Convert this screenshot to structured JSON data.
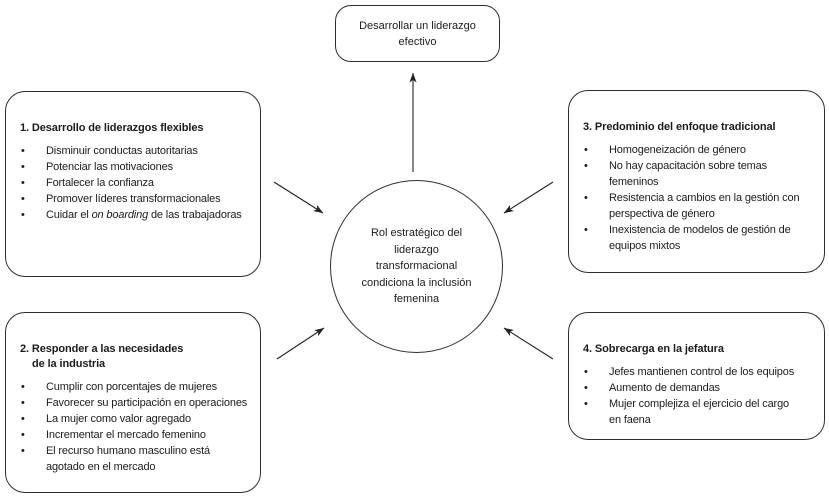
{
  "diagram": {
    "colors": {
      "ink": "#1c1c1c",
      "border": "#2e2e2e",
      "background": "#ffffff"
    },
    "goal_box": {
      "lines": [
        "Desarrollar un liderazgo",
        "efectivo"
      ]
    },
    "center_circle": {
      "lines": [
        "Rol estratégico del",
        "liderazgo",
        "transformacional",
        "condiciona la inclusión",
        "femenina"
      ]
    },
    "boxes": [
      {
        "title_lines": [
          "1. Desarrollo de liderazgos flexibles"
        ],
        "bullets": [
          "Disminuir conductas autoritarias",
          "Potenciar las motivaciones",
          "Fortalecer la confianza",
          "Promover líderes transformacionales",
          {
            "segments": [
              {
                "text": "Cuidar el "
              },
              {
                "text": "on boarding",
                "italic": true
              },
              {
                "text": " de las trabajadoras"
              }
            ]
          }
        ]
      },
      {
        "title_lines": [
          "2. Responder a las necesidades",
          "de la industria"
        ],
        "bullets": [
          "Cumplir con porcentajes de mujeres",
          "Favorecer su participación en operaciones",
          "La mujer como valor agregado",
          "Incrementar el mercado femenino",
          {
            "lines": [
              "El recurso humano masculino está",
              "agotado en el mercado"
            ]
          }
        ]
      },
      {
        "title_lines": [
          "3. Predominio del enfoque tradicional"
        ],
        "bullets": [
          "Homogeneización de género",
          {
            "lines": [
              "No hay capacitación sobre temas",
              "femeninos"
            ]
          },
          {
            "lines": [
              "Resistencia a cambios en la gestión con",
              "perspectiva de género"
            ]
          },
          {
            "lines": [
              "Inexistencia de modelos de gestión de",
              "equipos mixtos"
            ]
          }
        ]
      },
      {
        "title_lines": [
          "4. Sobrecarga en la jefatura"
        ],
        "bullets": [
          "Jefes mantienen control de los equipos",
          "Aumento de demandas",
          {
            "lines": [
              "Mujer complejiza el ejercicio del cargo",
              "en faena"
            ]
          }
        ]
      }
    ]
  }
}
